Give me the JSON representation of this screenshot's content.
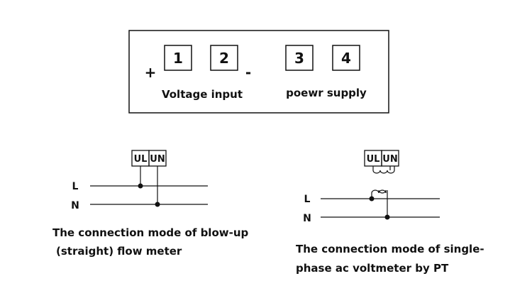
{
  "terminal_panel": {
    "terminals": [
      "1",
      "2",
      "3",
      "4"
    ],
    "plus_sign": "+",
    "minus_sign": "-",
    "voltage_label": "Voltage input",
    "supply_label": "poewr supply"
  },
  "direct_diagram": {
    "terminal_ul": "UL",
    "terminal_un": "UN",
    "line_l": "L",
    "line_n": "N",
    "caption_line1": "The connection mode of blow-up",
    "caption_line2": "(straight) flow meter"
  },
  "pt_diagram": {
    "terminal_ul": "UL",
    "terminal_un": "UN",
    "line_l": "L",
    "line_n": "N",
    "caption_line1": "The connection mode of single-",
    "caption_line2": "phase ac voltmeter by PT"
  }
}
